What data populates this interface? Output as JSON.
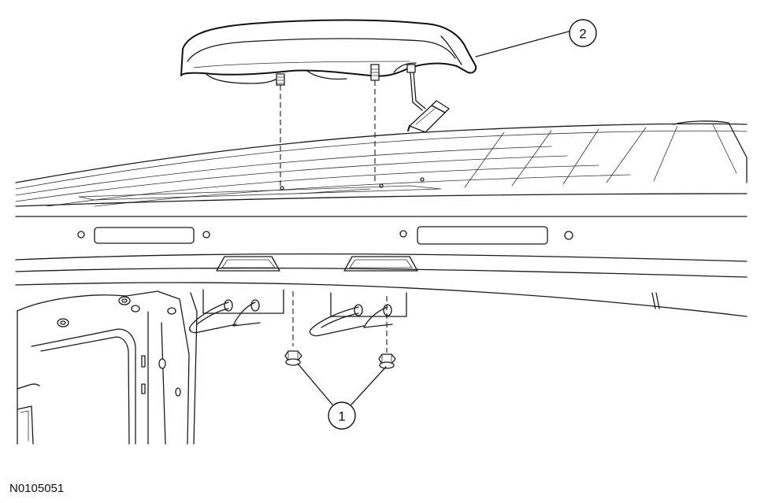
{
  "callouts": [
    {
      "id": "1",
      "part": "nuts"
    },
    {
      "id": "2",
      "part": "high-mounted-stoplamp"
    }
  ],
  "figure_id": "N0105051"
}
